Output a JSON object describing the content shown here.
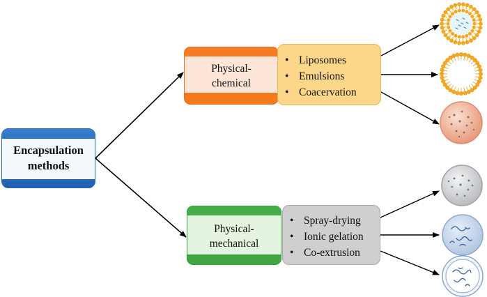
{
  "root": {
    "line1": "Encapsulation",
    "line2": "methods"
  },
  "branches": [
    {
      "line1": "Physical-",
      "line2": "chemical",
      "techniques": [
        "Liposomes",
        "Emulsions",
        "Coacervation"
      ]
    },
    {
      "line1": "Physical-",
      "line2": "mechanical",
      "techniques": [
        "Spray-drying",
        "Ionic gelation",
        "Co-extrusion"
      ]
    }
  ],
  "bullet": "•",
  "colors": {
    "root": "#2f74c4",
    "chemical": "#f57c22",
    "mechanical": "#47ad4a",
    "chemical_list": "#fdd789",
    "mechanical_list": "#cfcfcf"
  },
  "icons": [
    "liposome-icon",
    "micelle-icon",
    "coacervate-particle-icon",
    "spray-dried-particle-icon",
    "ionic-gel-bead-icon",
    "co-extruded-capsule-icon"
  ]
}
